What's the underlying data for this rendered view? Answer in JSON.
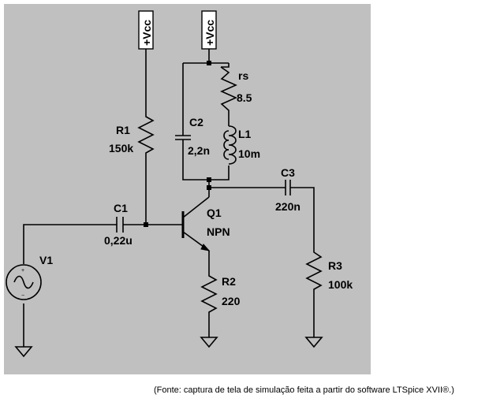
{
  "schematic": {
    "background": "#c0c0c0",
    "supplies": {
      "left": "+Vcc",
      "right": "+Vcc"
    },
    "r1": {
      "name": "R1",
      "value": "150k"
    },
    "c1": {
      "name": "C1",
      "value": "0,22u"
    },
    "c2": {
      "name": "C2",
      "value": "2,2n"
    },
    "rs": {
      "name": "rs",
      "value": "8.5"
    },
    "l1": {
      "name": "L1",
      "value": "10m"
    },
    "c3": {
      "name": "C3",
      "value": "220n"
    },
    "q1": {
      "name": "Q1",
      "value": "NPN"
    },
    "r2": {
      "name": "R2",
      "value": "220"
    },
    "r3": {
      "name": "R3",
      "value": "100k"
    },
    "v1": {
      "name": "V1",
      "plus": "+",
      "minus": "−"
    }
  },
  "caption": "(Fonte: captura de tela de simulação feita a partir do software LTSpice XVII®.)"
}
